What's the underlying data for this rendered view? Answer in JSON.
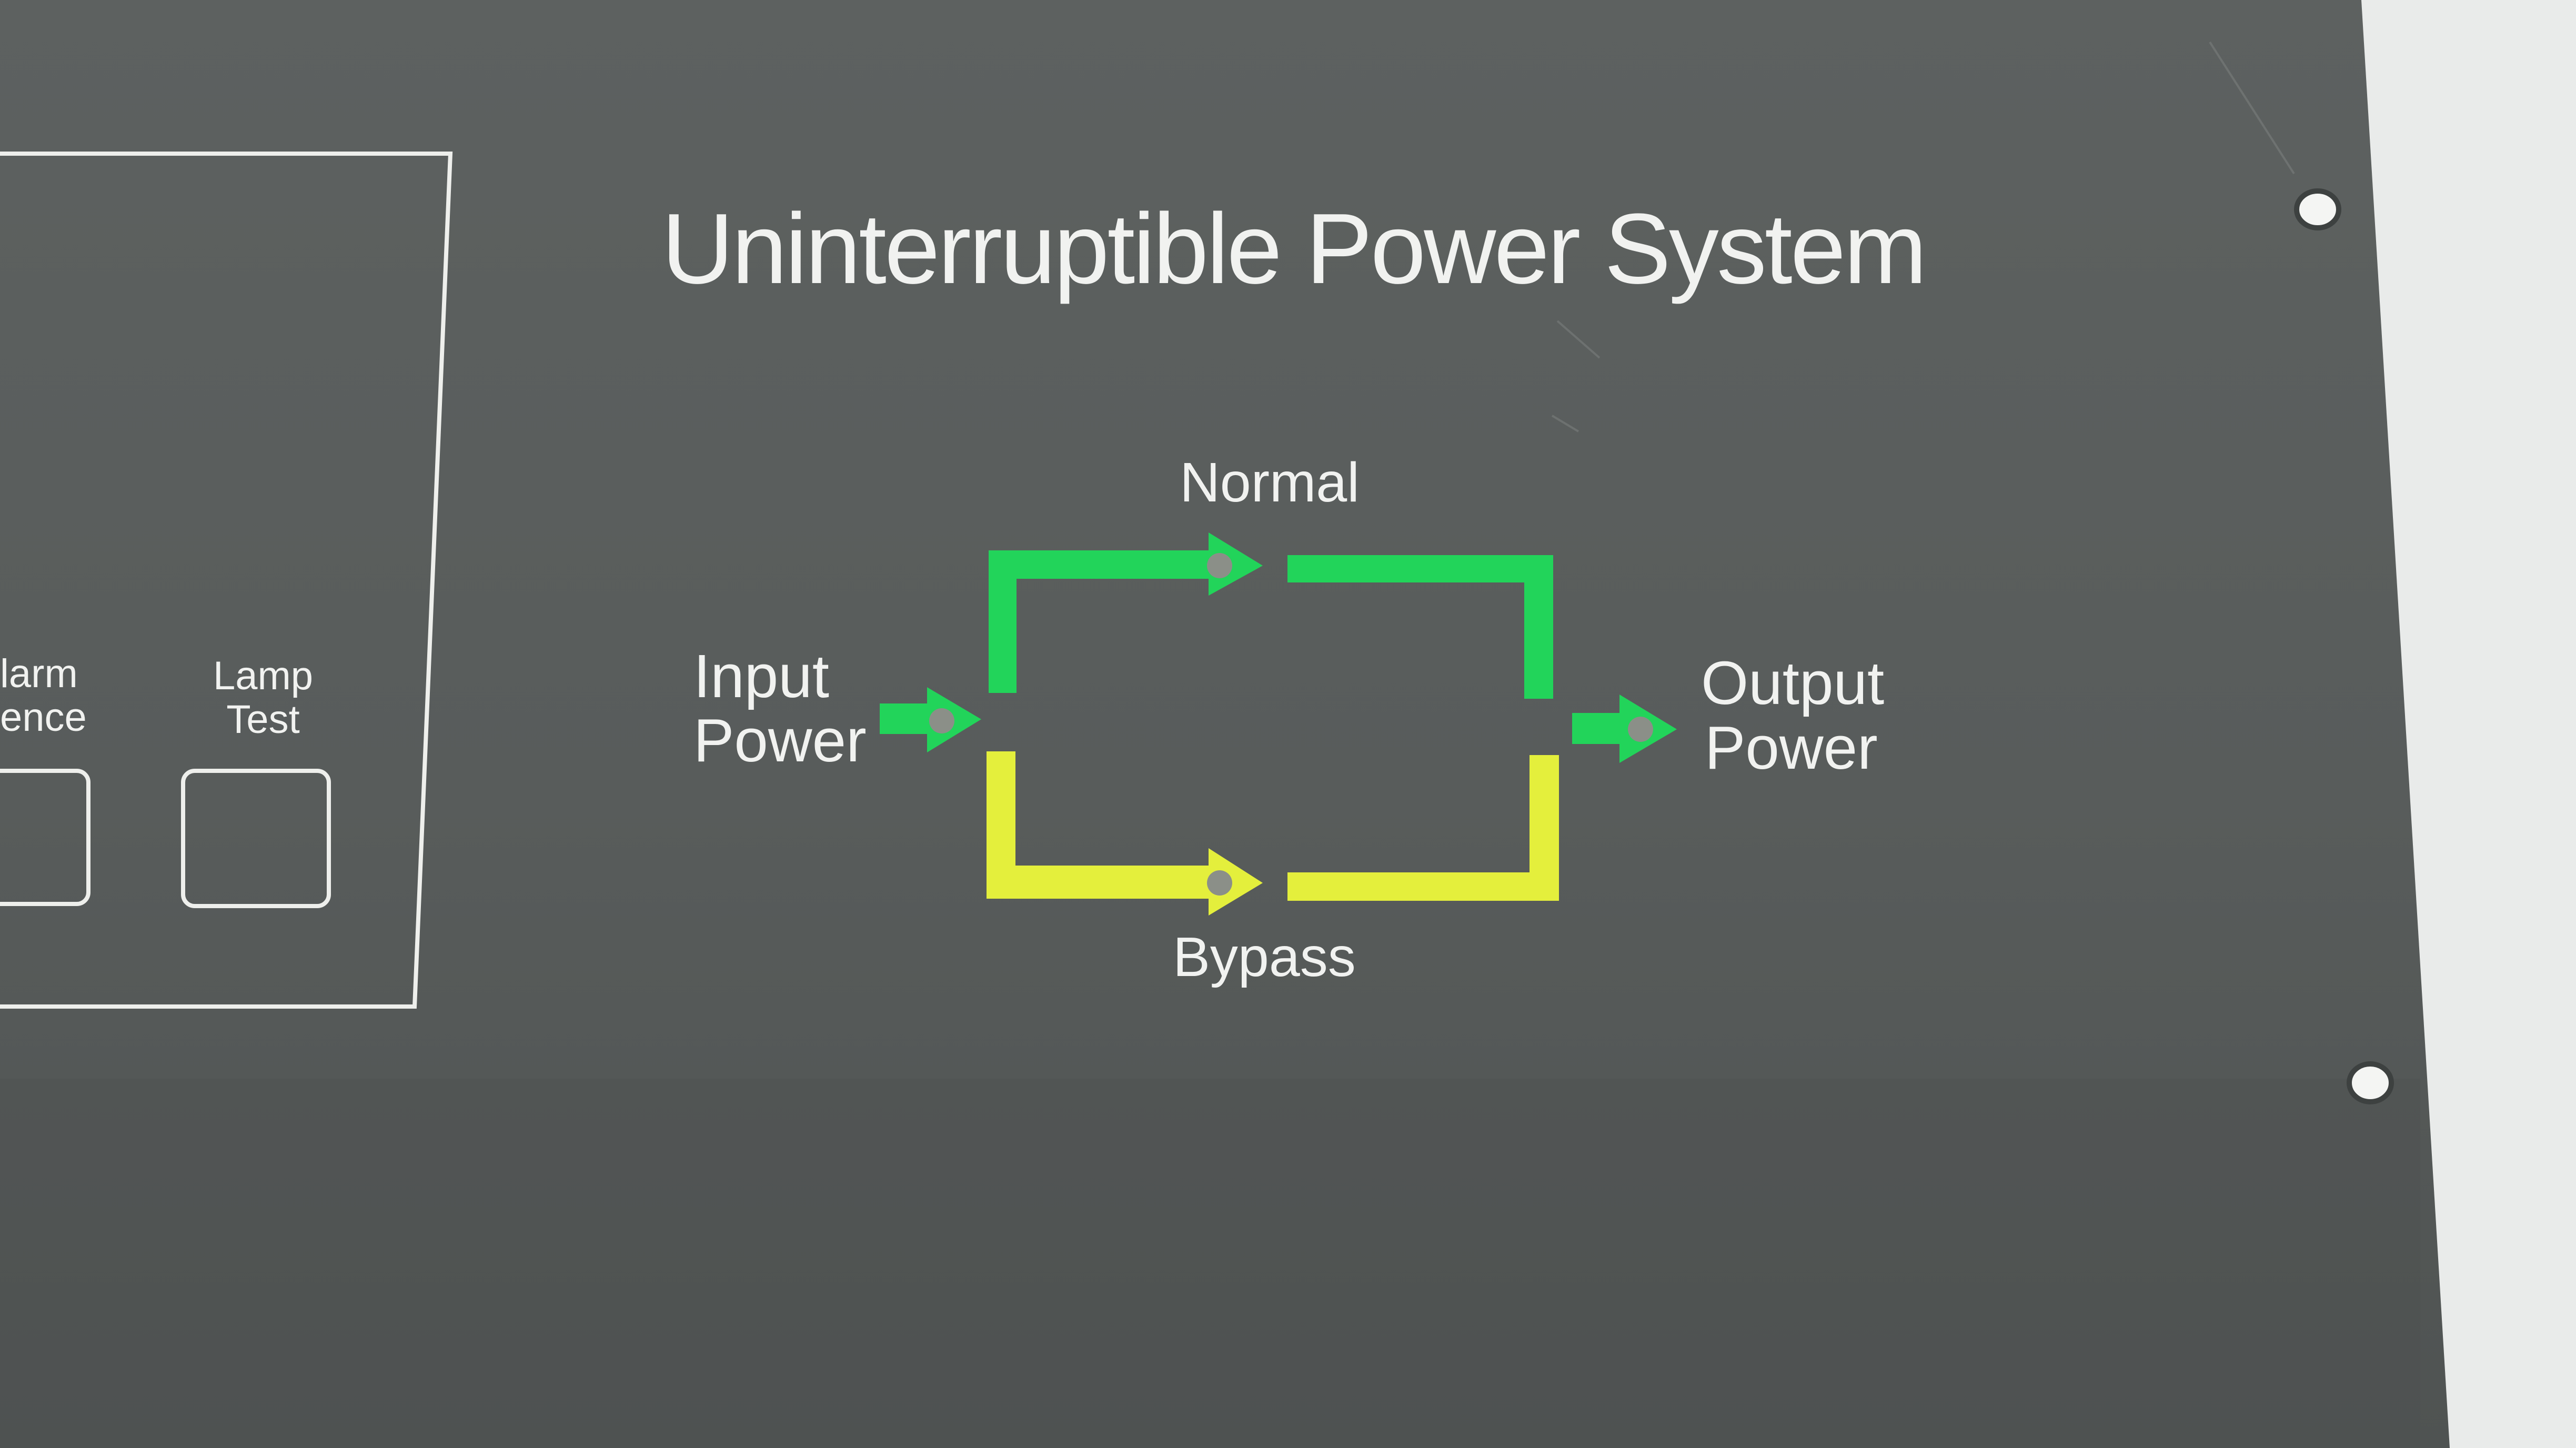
{
  "panel": {
    "title": "Uninterruptible Power System",
    "colors": {
      "panel": "#585c5b",
      "panel_shadow": "#4a4e4d",
      "background": "#e9ebea",
      "text": "#f1f2f0",
      "normal_path": "#22d45a",
      "bypass_path": "#e4ef3c",
      "led": "#8b8f88"
    }
  },
  "diagram": {
    "input_line1": "Input",
    "input_line2": "Power",
    "normal_label": "Normal",
    "bypass_label": "Bypass",
    "output_line1": "Output",
    "output_line2": "Power"
  },
  "controls": {
    "alarm_line1": "larm",
    "alarm_line2": "ence",
    "lamp_line1": "Lamp",
    "lamp_line2": "Test"
  },
  "icons": {
    "mounting_holes": "mounting-hole-icon",
    "leds": "indicator-led-icon",
    "arrows": "flow-arrow-icon"
  }
}
